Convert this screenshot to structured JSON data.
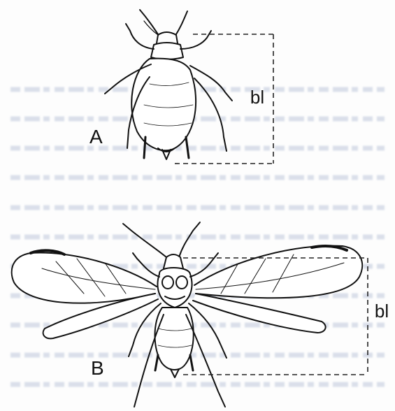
{
  "figure": {
    "label_a": "A",
    "label_b": "B",
    "measure_a": "bl",
    "measure_b": "bl"
  },
  "background_text_color": "#9aa9c8",
  "drawing_color": "#111111"
}
